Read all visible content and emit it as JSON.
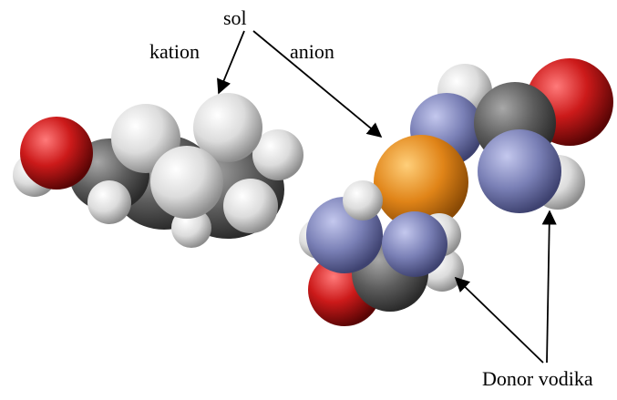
{
  "labels": {
    "salt": "sol",
    "cation": "kation",
    "anion": "anion",
    "hydrogen_donor": "Donor vodika"
  },
  "colors": {
    "oxygen": "#c8161d",
    "hydrogen": "#e6e6e6",
    "carbon": "#5a5a5a",
    "nitrogen": "#7a7fb2",
    "phosphorus": "#e58a1f",
    "arrow": "#000000"
  }
}
